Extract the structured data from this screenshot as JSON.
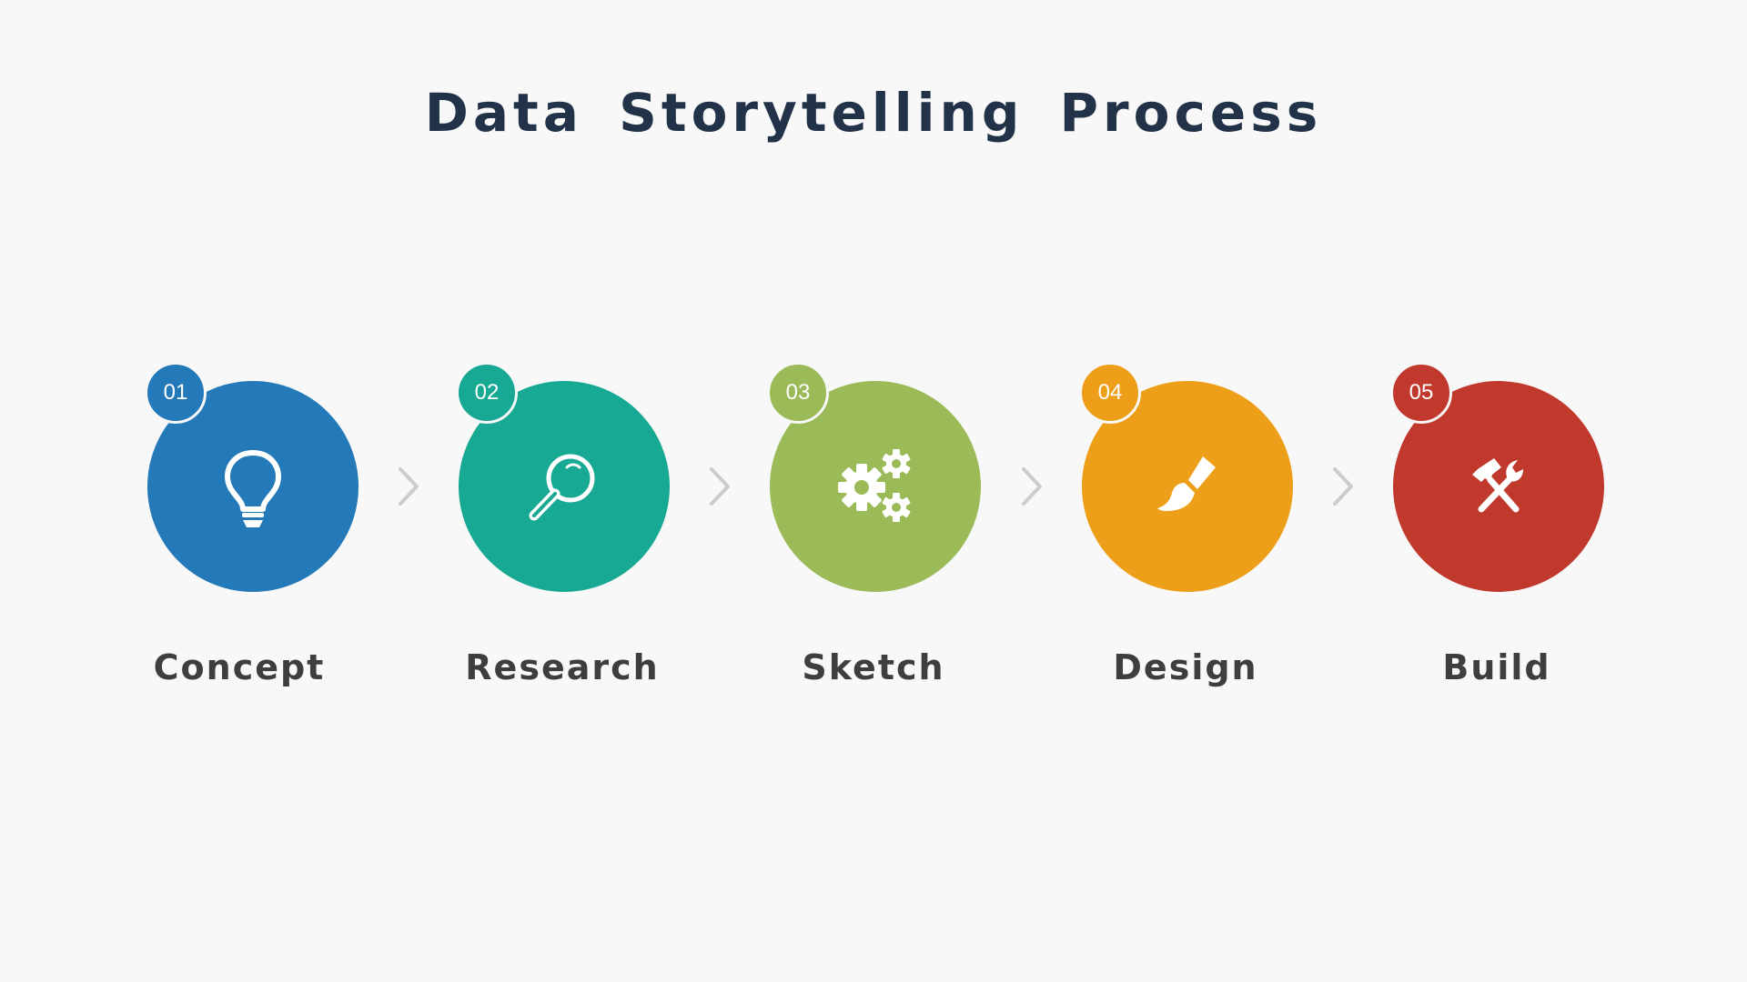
{
  "title": "Data Storytelling Process",
  "steps": [
    {
      "number": "01",
      "label": "Concept",
      "color": "#2479b8",
      "icon": "lightbulb-icon"
    },
    {
      "number": "02",
      "label": "Research",
      "color": "#17a994",
      "icon": "magnifier-icon"
    },
    {
      "number": "03",
      "label": "Sketch",
      "color": "#9bba58",
      "icon": "gears-icon"
    },
    {
      "number": "04",
      "label": "Design",
      "color": "#ee9f19",
      "icon": "paintbrush-icon"
    },
    {
      "number": "05",
      "label": "Build",
      "color": "#c0392c",
      "icon": "hammer-wrench-icon"
    }
  ],
  "arrow_color": "#cccccc",
  "arrow_icon": "chevron-right-icon"
}
